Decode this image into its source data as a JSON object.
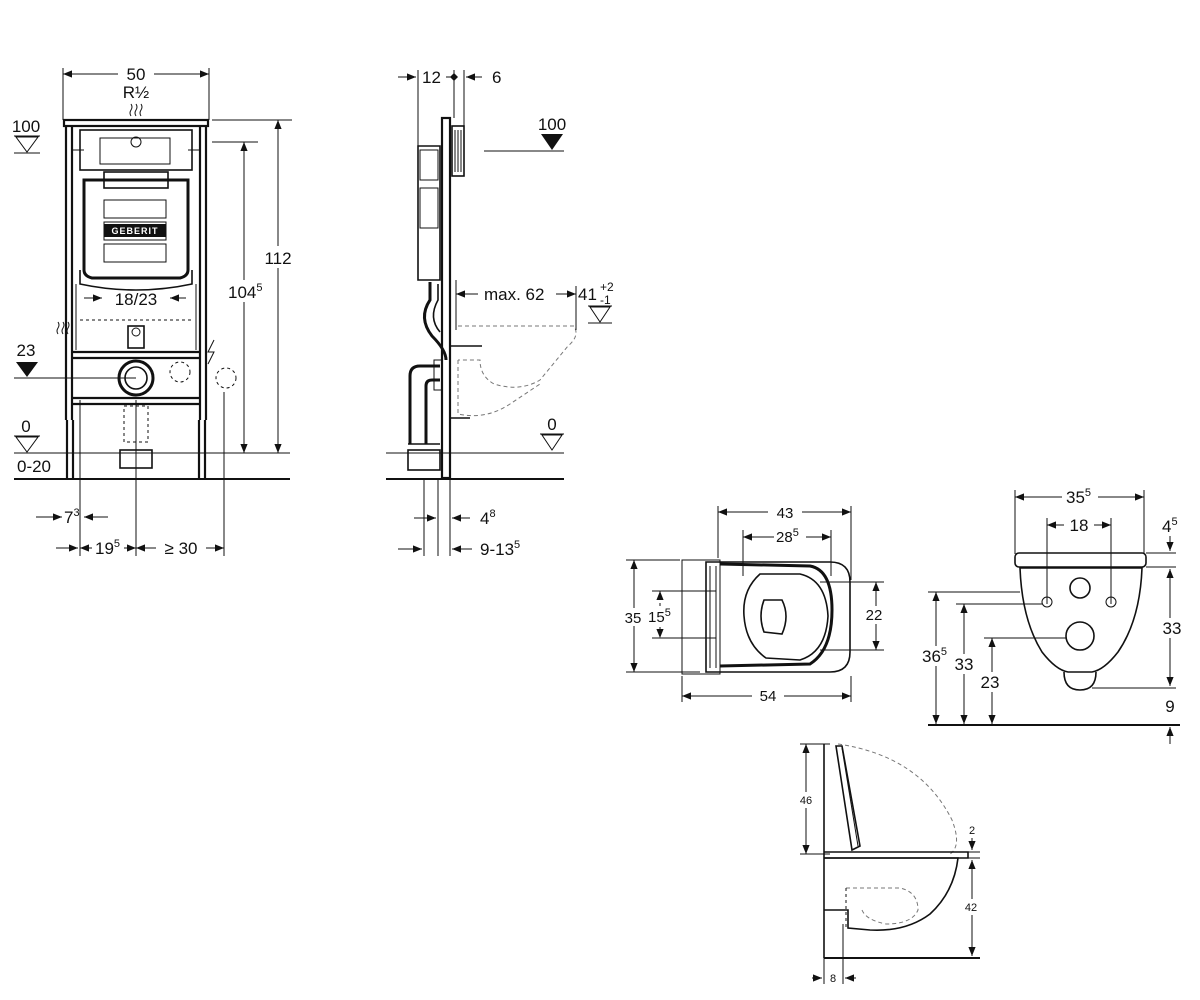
{
  "front_view": {
    "width": "50",
    "thread": "R½",
    "level_100": "100",
    "level_23": "23",
    "level_0": "0",
    "range_0_20": "0-20",
    "dim_18_23": "18/23",
    "height_112": "112",
    "height_104": "104",
    "height_104_sup": "5",
    "offset_7": "7",
    "offset_7_sup": "3",
    "offset_19": "19",
    "offset_19_sup": "5",
    "offset_ge30": "≥ 30",
    "brand": "GEBERIT"
  },
  "side_view": {
    "dim_12": "12",
    "dim_6": "6",
    "level_100": "100",
    "max_62": "max. 62",
    "dim_41": "41",
    "tol_plus": "+2",
    "tol_minus": "-1",
    "level_0": "0",
    "dim_4": "4",
    "dim_4_sup": "8",
    "dim_9_13": "9-13",
    "dim_9_13_sup": "5"
  },
  "top_view": {
    "dim_43": "43",
    "dim_28": "28",
    "dim_28_sup": "5",
    "dim_35": "35",
    "dim_15": "15",
    "dim_15_sup": "5",
    "dim_22": "22",
    "dim_54": "54"
  },
  "rear_view": {
    "dim_35": "35",
    "dim_35_sup": "5",
    "dim_18": "18",
    "dim_4": "4",
    "dim_4_sup": "5",
    "dim_33_right": "33",
    "dim_36": "36",
    "dim_36_sup": "5",
    "dim_33_left": "33",
    "dim_23": "23",
    "dim_9": "9"
  },
  "profile_view": {
    "dim_46": "46",
    "dim_2": "2",
    "dim_42": "42",
    "dim_8": "8"
  }
}
